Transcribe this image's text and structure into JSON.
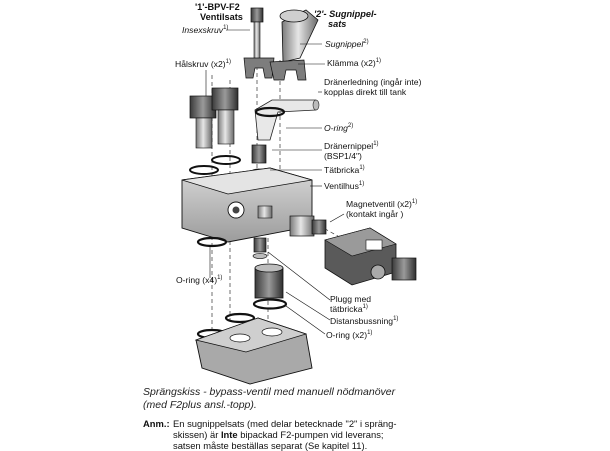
{
  "header": {
    "set1_title": "'1'-BPV-F2",
    "set1_subtitle": "Ventilsats",
    "set2_title": "'2'- Sugnippel-",
    "set2_subtitle": "sats"
  },
  "labels": {
    "insexskruv": "Insexskruv",
    "insexskruv_sup": "1)",
    "sugnippel": "Sugnippel",
    "sugnippel_sup": "2)",
    "klamma": "Klämma (x2)",
    "klamma_sup": "1)",
    "halskruv": "Hålskruv (x2)",
    "halskruv_sup": "1)",
    "dranerledning_1": "Dränerledning (ingår inte)",
    "dranerledning_2": "kopplas direkt till tank",
    "oring_top": "O-ring",
    "oring_top_sup": "2)",
    "dranernippel_1": "Dränernippel",
    "dranernippel_sup": "1)",
    "dranernippel_2": "(BSP1/4\")",
    "tatbricka": "Tätbricka",
    "tatbricka_sup": "1)",
    "ventilhus": "Ventilhus",
    "ventilhus_sup": "1)",
    "magnetventil_1": "Magnetventil (x2)",
    "magnetventil_sup": "1)",
    "magnetventil_2": "(kontakt ingår )",
    "oring_x4": "O-ring (x4)",
    "oring_x4_sup": "1)",
    "plugg_1": "Plugg med",
    "plugg_2": "tätbricka",
    "plugg_sup": "1)",
    "distansbussning": "Distansbussning",
    "distansbussning_sup": "1)",
    "oring_x2": "O-ring (x2)",
    "oring_x2_sup": "1)"
  },
  "caption": {
    "line1": "Sprängskiss - bypass-ventil med manuell nödmanöver",
    "line2": "(med F2plus ansl.-topp)."
  },
  "note": {
    "label": "Anm.:",
    "line1": "En sugnippelsats (med delar betecknade \"2\" i spräng-",
    "line2": "skissen) är",
    "line2_bold": "Inte",
    "line2_rest": "bipackad F2-pumpen vid leverans;",
    "line3": "satsen måste beställas separat (Se kapitel 11)."
  }
}
